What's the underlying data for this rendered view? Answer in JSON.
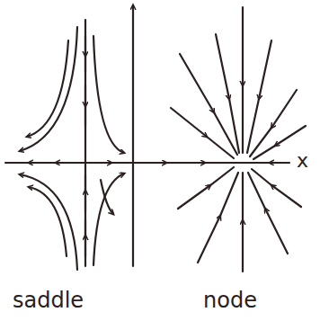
{
  "diagram": {
    "labels": [
      "x",
      "saddle",
      "node"
    ]
  }
}
